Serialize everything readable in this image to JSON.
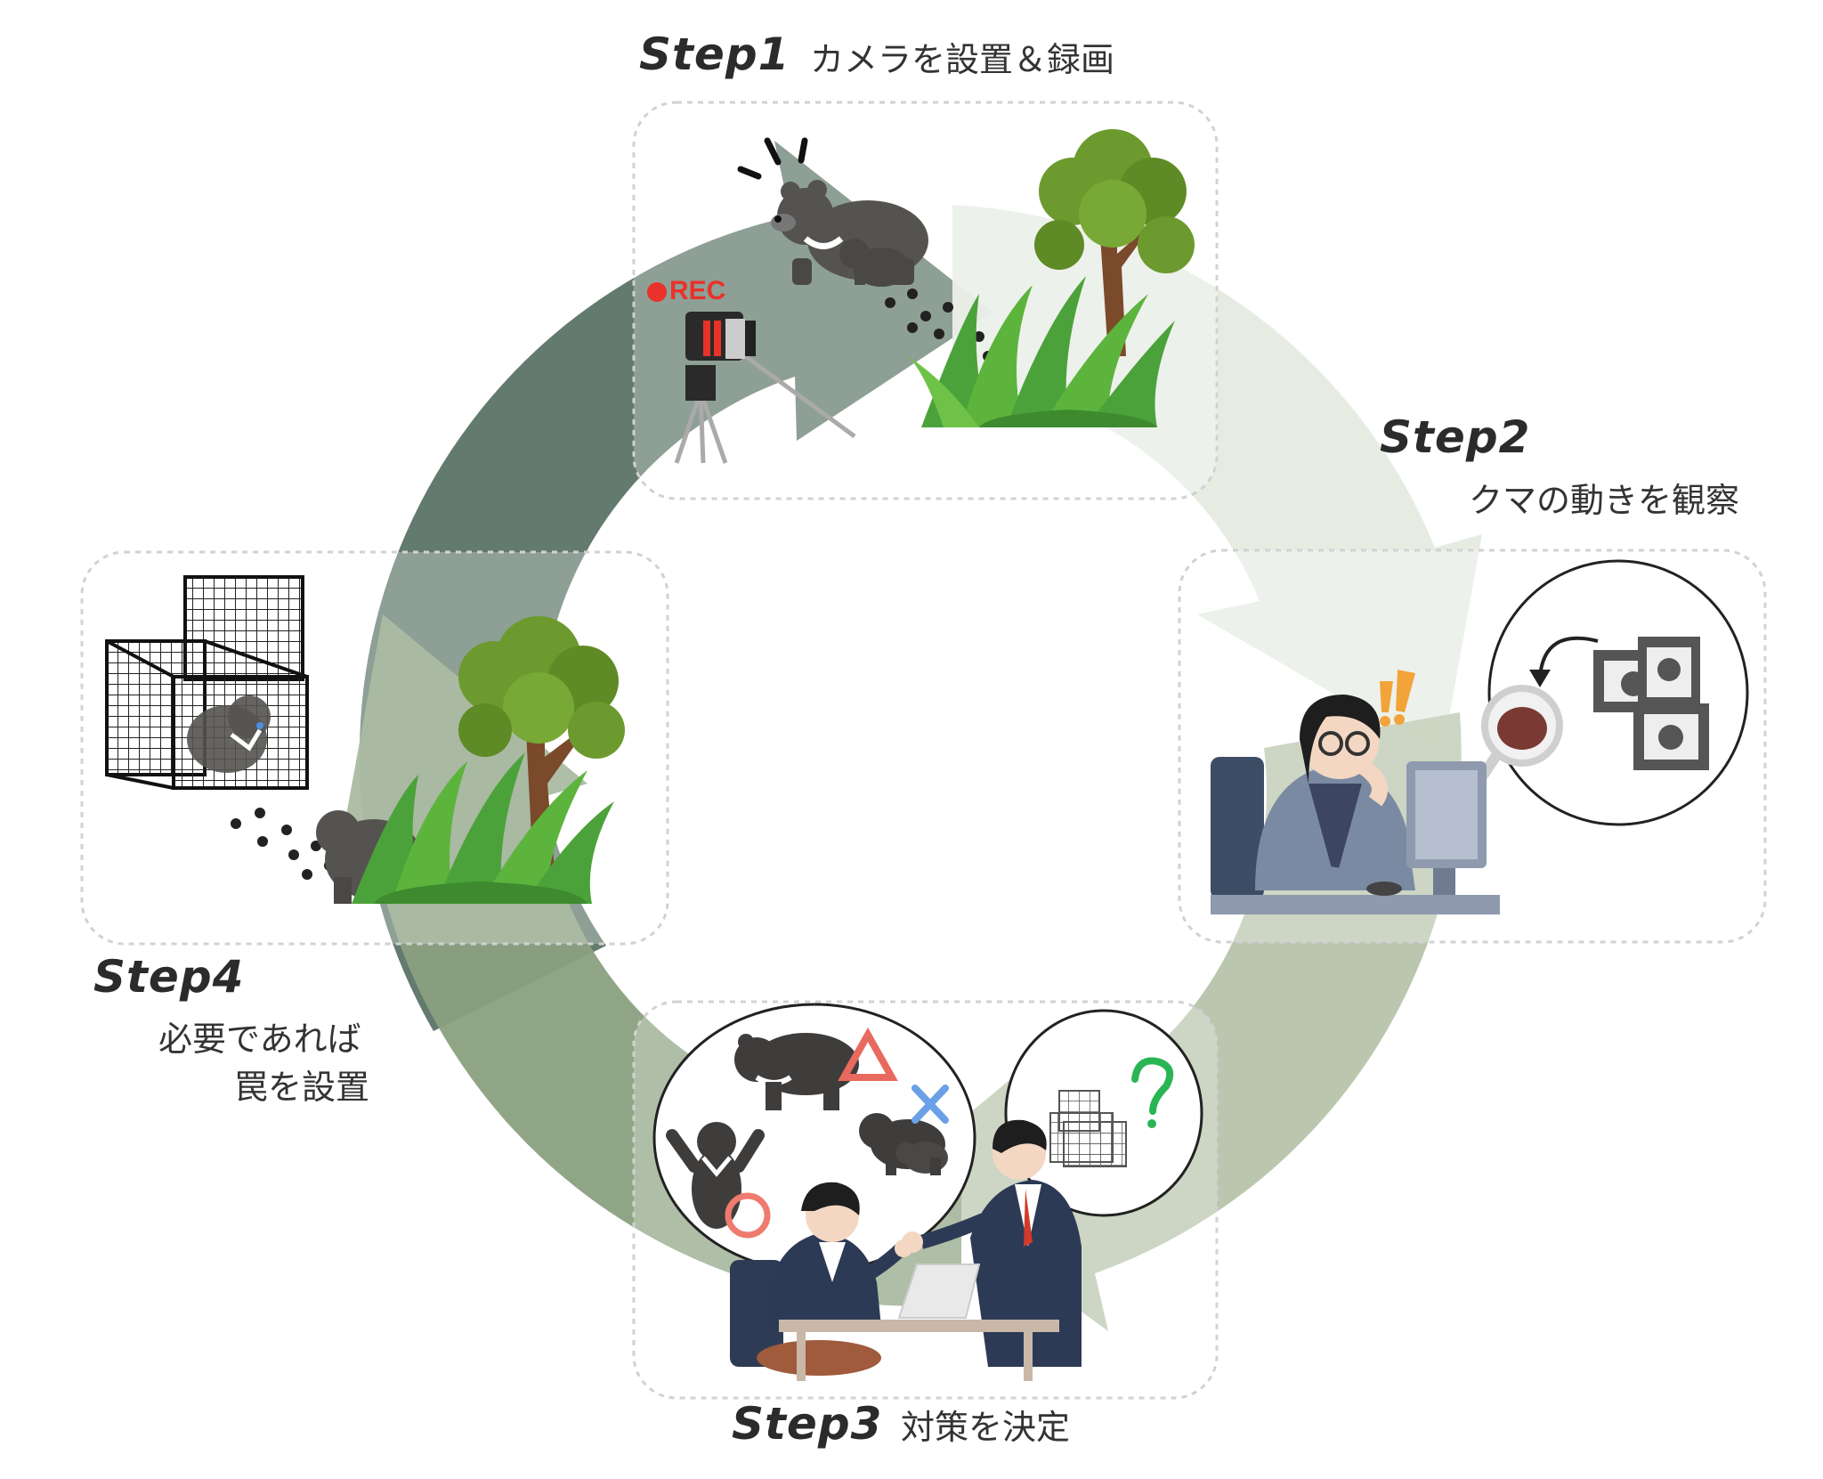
{
  "colors": {
    "arrow_step1": "#e6ebe1",
    "arrow_step2": "#b4c2a7",
    "arrow_step3": "#8aa07f",
    "arrow_step4": "#5b7466",
    "rec_red": "#e8322a",
    "triangle": "#e86a5e",
    "cross": "#6aa0e6",
    "circle_mark": "#ee7b6e",
    "question": "#29b554"
  },
  "steps": [
    {
      "id": "step1",
      "label": "Step1",
      "desc": [
        "カメラを設置＆録画"
      ]
    },
    {
      "id": "step2",
      "label": "Step2",
      "desc": [
        "クマの動きを観察"
      ]
    },
    {
      "id": "step3",
      "label": "Step3",
      "desc": [
        "対策を決定"
      ]
    },
    {
      "id": "step4",
      "label": "Step4",
      "desc": [
        "必要であれば",
        "罠を設置"
      ]
    }
  ],
  "rec_label": "REC",
  "icons": [
    "bear-icon",
    "tree-icon",
    "grass-icon",
    "camera-icon",
    "tripod-icon",
    "paw-print-icon",
    "cage-icon",
    "monitor-icon",
    "magnifier-icon",
    "film-strip-icon",
    "person-icon",
    "desk-icon",
    "laptop-icon",
    "triangle-mark-icon",
    "cross-mark-icon",
    "circle-mark-icon",
    "question-mark-icon",
    "exclamation-icon"
  ]
}
